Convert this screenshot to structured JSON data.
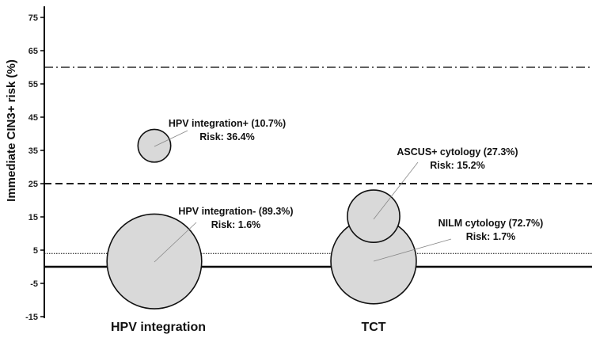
{
  "chart_data": {
    "type": "bubble",
    "ylabel": "Immediate CIN3+ risk (%)",
    "ylim": [
      -15,
      78
    ],
    "yticks": [
      75,
      65,
      55,
      45,
      35,
      25,
      15,
      5,
      -5,
      -15
    ],
    "categories": [
      "HPV integration",
      "TCT"
    ],
    "bubbles": [
      {
        "category": "HPV integration",
        "label": "HPV integration+ (10.7%)",
        "risk_text": "Risk: 36.4%",
        "risk": 36.4,
        "proportion": 10.7
      },
      {
        "category": "HPV integration",
        "label": "HPV integration- (89.3%)",
        "risk_text": "Risk: 1.6%",
        "risk": 1.6,
        "proportion": 89.3
      },
      {
        "category": "TCT",
        "label": "ASCUS+ cytology (27.3%)",
        "risk_text": "Risk: 15.2%",
        "risk": 15.2,
        "proportion": 27.3
      },
      {
        "category": "TCT",
        "label": "NILM cytology (72.7%)",
        "risk_text": "Risk: 1.7%",
        "risk": 1.7,
        "proportion": 72.7
      }
    ],
    "reference_lines": [
      {
        "value": 60,
        "style": "dash-dot"
      },
      {
        "value": 25,
        "style": "dashed"
      },
      {
        "value": 4,
        "style": "dotted"
      },
      {
        "value": 0,
        "style": "solid"
      }
    ],
    "colors": {
      "bubble_fill": "#d9d9d9",
      "bubble_stroke": "#111111",
      "line": "#000000"
    }
  }
}
